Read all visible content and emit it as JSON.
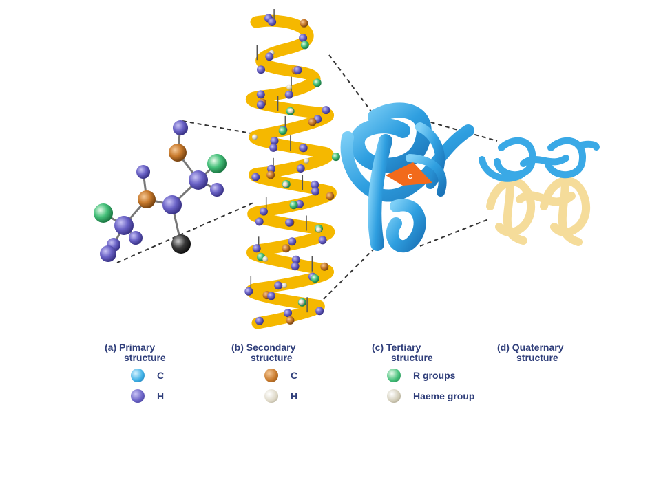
{
  "panels": [
    {
      "letter": "(a)",
      "line1": "Primary",
      "line2": "structure"
    },
    {
      "letter": "(b)",
      "line1": "Secondary",
      "line2": "structure"
    },
    {
      "letter": "(c)",
      "line1": "Tertiary",
      "line2": "structure"
    },
    {
      "letter": "(d)",
      "line1": "Quaternary",
      "line2": "structure"
    }
  ],
  "legend": {
    "primary": [
      {
        "label": "C",
        "color": "#3fb1e6"
      },
      {
        "label": "H",
        "color": "#6a62c6"
      }
    ],
    "secondary": [
      {
        "label": "C",
        "color": "#c87a2c"
      },
      {
        "label": "H",
        "color": "#d8d2c0"
      }
    ],
    "tertiary": [
      {
        "label": "R groups",
        "color": "#45c07a"
      },
      {
        "label": "Haeme group",
        "color": "#cfc9b4"
      }
    ]
  },
  "heme_label": "C",
  "colors": {
    "text": "#2f3e7a",
    "helix": "#f5b800",
    "tertiary_ribbon": "#3aa9e6",
    "heme": "#f26a1b",
    "quaternary_light": "#f5dc9a",
    "atom_purple": "#6a62c6",
    "atom_orange": "#c87a2c",
    "atom_green": "#45c07a",
    "atom_black": "#3a3a3a"
  }
}
